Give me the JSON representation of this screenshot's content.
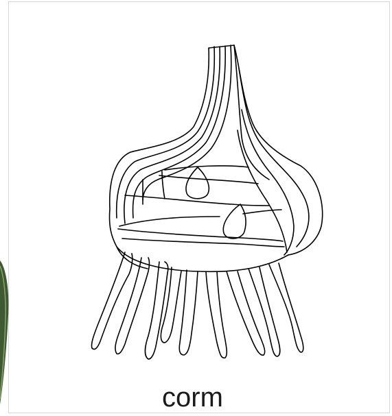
{
  "caption": {
    "text": "corm"
  },
  "illustration": {
    "subject": "corm",
    "stroke_color": "#000000",
    "background_color": "#ffffff",
    "frame_border_color": "#d6d6d6",
    "leaf_edge_color": "#3f5a32",
    "bud_count": 2,
    "root_count": 9
  }
}
